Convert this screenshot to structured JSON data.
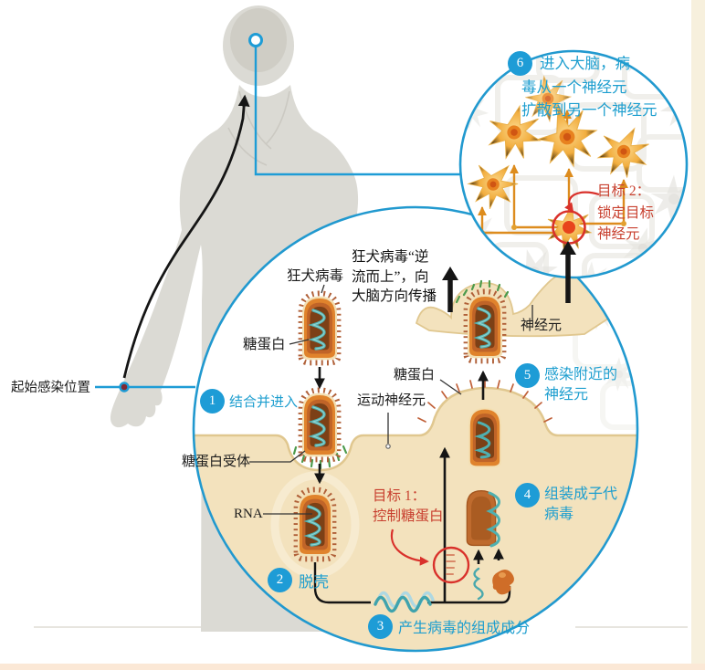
{
  "colors": {
    "accent_blue": "#1e9cd6",
    "step_text_blue": "#1d9ecf",
    "target_red": "#c8402f",
    "cell_beige": "#f3e2bd",
    "virus_orange": "#e0832c",
    "rna_teal": "#49a8ad",
    "neuron_orange": "#f0a83a",
    "body_gray": "#dbdad4"
  },
  "body_figure": {
    "initial_infection_label": "起始感染位置"
  },
  "main_circle": {
    "virus_label": "狂犬病毒",
    "glycoprotein_label": "糖蛋白",
    "glycoprotein_receptor_label": "糖蛋白受体",
    "rna_label": "RNA",
    "motor_neuron_label": "运动神经元",
    "glycoprotein_label_2": "糖蛋白",
    "neuron_label": "神经元",
    "upstream_note": "狂犬病毒“逆\n流而上”，向\n大脑方向传播",
    "steps": [
      {
        "num": "1",
        "label": "结合并进入"
      },
      {
        "num": "2",
        "label": "脱壳"
      },
      {
        "num": "3",
        "label": "产生病毒的组成成分"
      },
      {
        "num": "4",
        "label": "组装成子代\n病毒"
      },
      {
        "num": "5",
        "label": "感染附近的\n神经元"
      }
    ],
    "target1_note": "目标 1：\n控制糖蛋白"
  },
  "brain_circle": {
    "step6": {
      "num": "6",
      "label": "进入大脑，病\n毒从一个神经元\n扩散到另一个神经元"
    },
    "target2_note": "目标 2：\n锁定目标\n神经元"
  }
}
